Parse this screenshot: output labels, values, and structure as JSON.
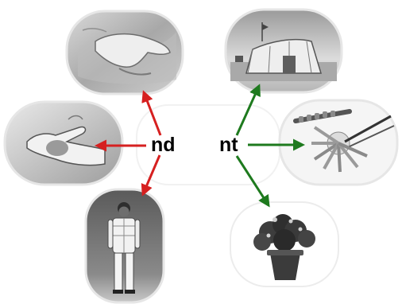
{
  "hubs": {
    "left": {
      "label": "nd",
      "arrow_color": "#d62020"
    },
    "right": {
      "label": "nt",
      "arrow_color": "#1e7a1e"
    }
  },
  "pictures": {
    "left": [
      {
        "name": "hand",
        "depicts": "hand-pressing-sand-icon"
      },
      {
        "name": "hand",
        "depicts": "open-hand-icon"
      },
      {
        "name": "stand",
        "depicts": "boy-standing-icon"
      }
    ],
    "right": [
      {
        "name": "tent",
        "depicts": "tent-icon"
      },
      {
        "name": "paint",
        "depicts": "paint-palette-icon"
      },
      {
        "name": "plant",
        "depicts": "potted-plant-icon"
      }
    ]
  },
  "colors": {
    "frame_border": "#e6e6e6",
    "background": "#ffffff"
  }
}
